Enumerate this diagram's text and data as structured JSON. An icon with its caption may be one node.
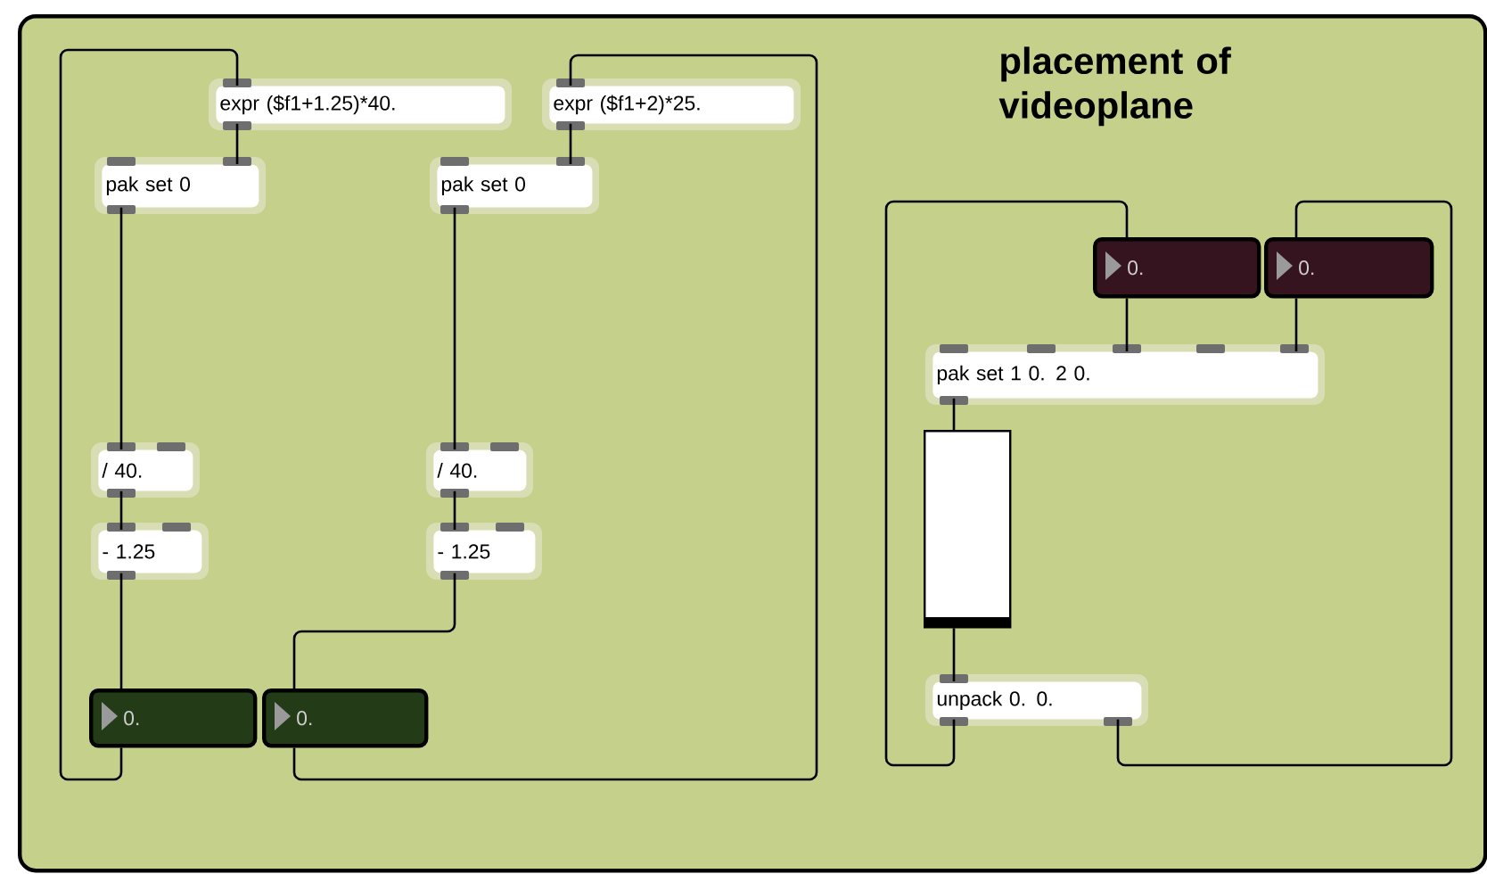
{
  "diagram": {
    "nodes": [
      {
        "text": [
          "placement of videoplane"
        ]
      },
      {
        "text": [
          "expr ($f1+1.25)*40."
        ],
        "in": 0
      },
      {
        "text": [
          "expr ($f1+2)*25."
        ],
        "in": 0
      },
      {
        "text": [
          "pak set 0"
        ],
        "in": 0
      },
      {
        "text": [
          "pak set 0"
        ],
        "in": 0
      },
      {
        "text": [
          "/ 40."
        ],
        "in": 0
      },
      {
        "text": [
          "/ 40."
        ],
        "in": 0
      },
      {
        "text": [
          "- 1.25"
        ],
        "in": 0
      },
      {
        "text": [
          "- 1.25"
        ],
        "in": 0
      },
      {
        "text": [
          "0."
        ],
        "in": 0
      },
      {
        "text": [
          "0."
        ],
        "in": 0
      },
      {
        "text": [
          "0."
        ],
        "in": 0
      },
      {
        "text": [
          "0."
        ],
        "in": 0
      },
      {
        "text": [
          "pak set 1 0. 2 0."
        ],
        "in": 0
      },
      {
        "text": [],
        "shape": "box",
        "in": 0
      },
      {
        "text": [
          "unpack 0. 0."
        ],
        "in": 0
      }
    ],
    "edges": [
      {
        "from": 9,
        "to": 1,
        "arrow": "none"
      },
      {
        "from": 10,
        "to": 2,
        "arrow": "none"
      },
      {
        "from": 1,
        "to": 3,
        "arrow": "none"
      },
      {
        "from": 2,
        "to": 4,
        "arrow": "none"
      },
      {
        "from": 3,
        "to": 5,
        "arrow": "none"
      },
      {
        "from": 4,
        "to": 6,
        "arrow": "none"
      },
      {
        "from": 5,
        "to": 7,
        "arrow": "none"
      },
      {
        "from": 6,
        "to": 8,
        "arrow": "none"
      },
      {
        "from": 7,
        "to": 9,
        "arrow": "none"
      },
      {
        "from": 8,
        "to": 10,
        "arrow": "none"
      },
      {
        "from": 15,
        "to": 11,
        "arrow": "none"
      },
      {
        "from": 15,
        "to": 12,
        "arrow": "none"
      },
      {
        "from": 11,
        "to": 13,
        "arrow": "none"
      },
      {
        "from": 12,
        "to": 13,
        "arrow": "none"
      },
      {
        "from": 13,
        "to": 14,
        "arrow": "none"
      },
      {
        "from": 14,
        "to": 15,
        "arrow": "none"
      }
    ]
  }
}
